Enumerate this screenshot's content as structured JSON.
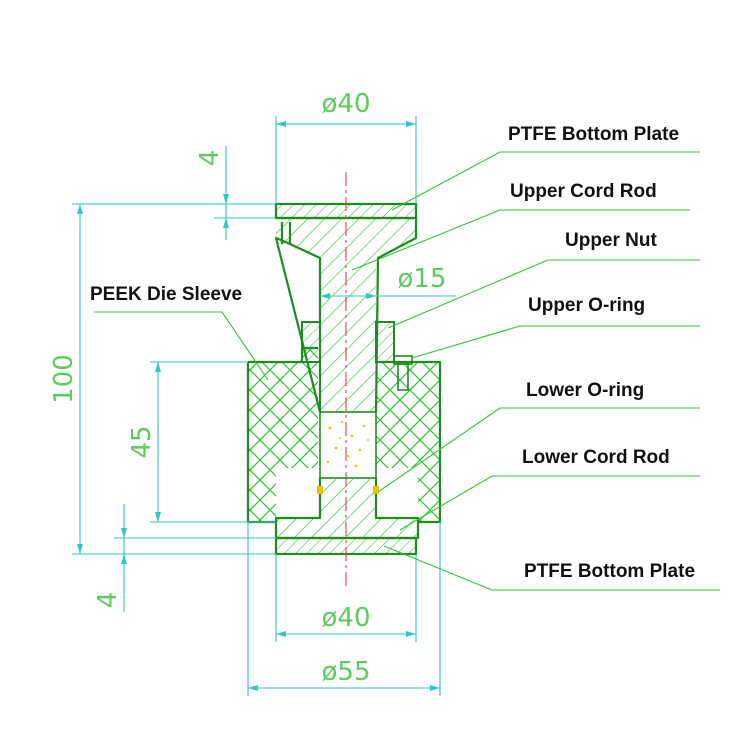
{
  "colors": {
    "outline": "#1e8c1e",
    "hatch": "#2fc42f",
    "dimension": "#2ec7c7",
    "dimension_text": "#5ecb5e",
    "centerline": "#e04040",
    "oring": "#f2c200",
    "label": "#111111"
  },
  "dimensions": {
    "top_diameter": "ø40",
    "plate_thickness_top": "4",
    "rod_diameter": "ø15",
    "total_height": "100",
    "cavity_height": "45",
    "plate_thickness_bottom": "4",
    "bottom_diameter": "ø40",
    "sleeve_diameter": "ø55"
  },
  "callouts": [
    "PTFE Bottom Plate",
    "Upper Cord Rod",
    "Upper Nut",
    "Upper O-ring",
    "PEEK Die Sleeve",
    "Lower O-ring",
    "Lower Cord Rod",
    "PTFE Bottom Plate"
  ]
}
